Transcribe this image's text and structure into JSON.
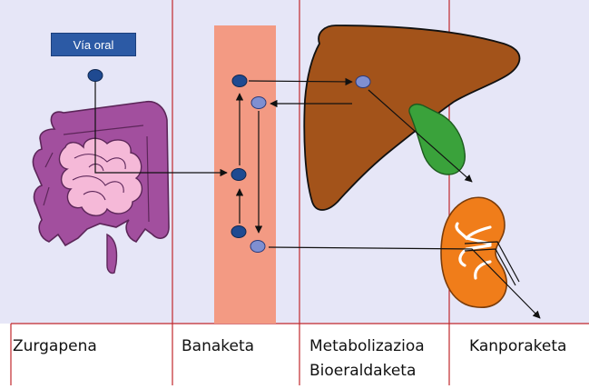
{
  "oral_route": {
    "label": "Vía oral"
  },
  "phases": {
    "absorption": "Zurgapena",
    "distribution": "Banaketa",
    "metabolism_line1": "Metabolizazioa",
    "metabolism_line2": "Bioeraldaketa",
    "excretion": "Kanporaketa"
  },
  "colors": {
    "background": "#e6e6f7",
    "divider": "#c0282d",
    "oral_box": "#2c5aa5",
    "intestine": "#a24f9e",
    "small_intestine": "#f5b9d8",
    "blood_column": "#f39a83",
    "liver": "#a3531a",
    "gallbladder": "#3aa23b",
    "kidney": "#f07d1a",
    "drug_particle": "#1f4a91",
    "metabolite_particle": "#7f8fd1"
  },
  "icons": [
    "intestine-icon",
    "blood-vessel-icon",
    "liver-icon",
    "gallbladder-icon",
    "kidney-icon"
  ]
}
